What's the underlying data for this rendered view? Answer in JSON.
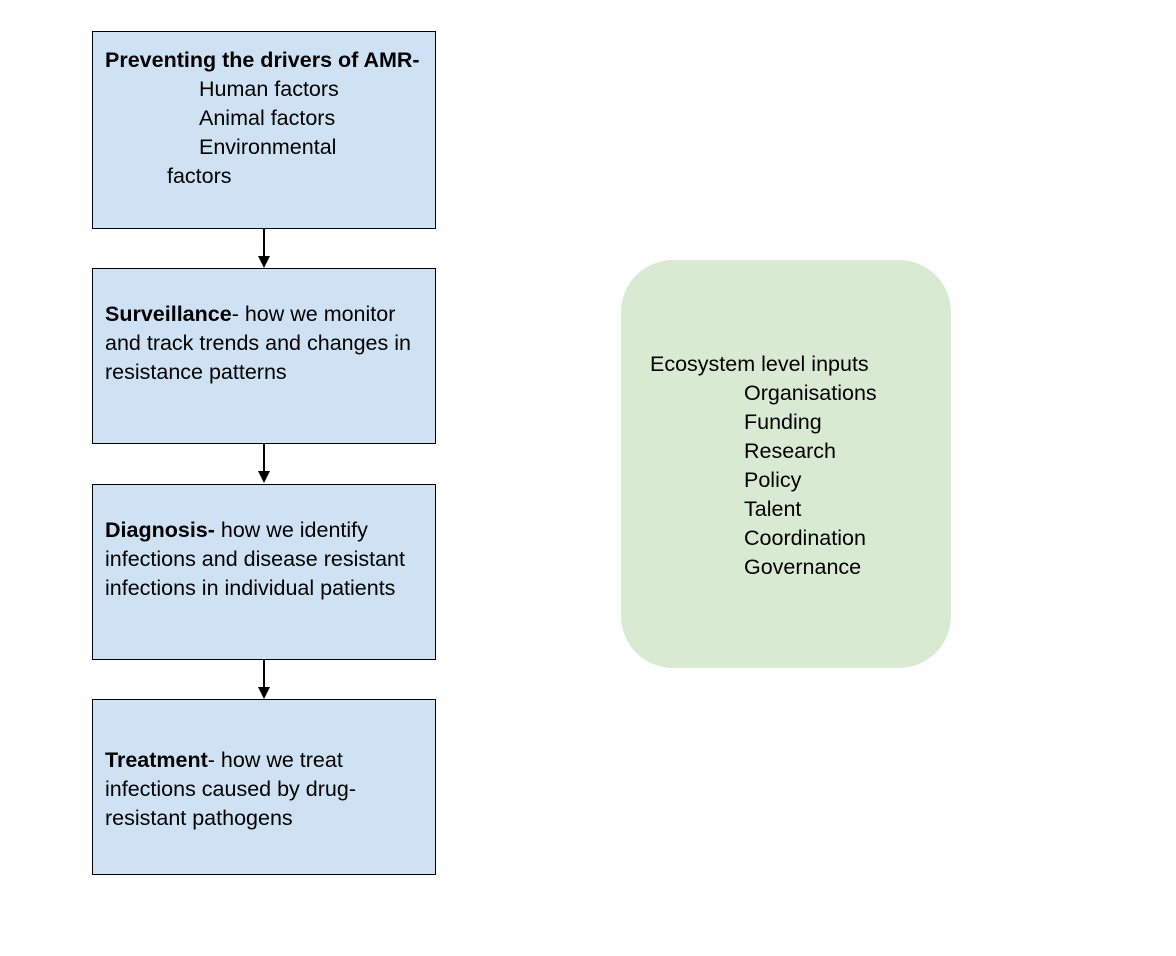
{
  "diagram": {
    "flow_boxes": [
      {
        "title": "Preventing the drivers of AMR-",
        "description": "",
        "sub_items": [
          "Human factors",
          "Animal factors",
          "Environmental"
        ],
        "wrap_line": "factors"
      },
      {
        "title": "Surveillance",
        "description": "- how we monitor and track trends and changes in resistance patterns"
      },
      {
        "title": "Diagnosis-",
        "description": " how we identify infections and disease resistant infections in individual patients"
      },
      {
        "title": "Treatment",
        "description": "- how we treat infections caused by drug-resistant pathogens"
      }
    ],
    "ecosystem": {
      "heading": "Ecosystem level inputs",
      "items": [
        "Organisations",
        "Funding",
        "Research",
        "Policy",
        "Talent",
        "Coordination",
        "Governance"
      ]
    },
    "colors": {
      "flow_box_fill": "#cfe2f3",
      "ecosystem_fill": "#d9ead3",
      "stroke": "#000000"
    }
  }
}
